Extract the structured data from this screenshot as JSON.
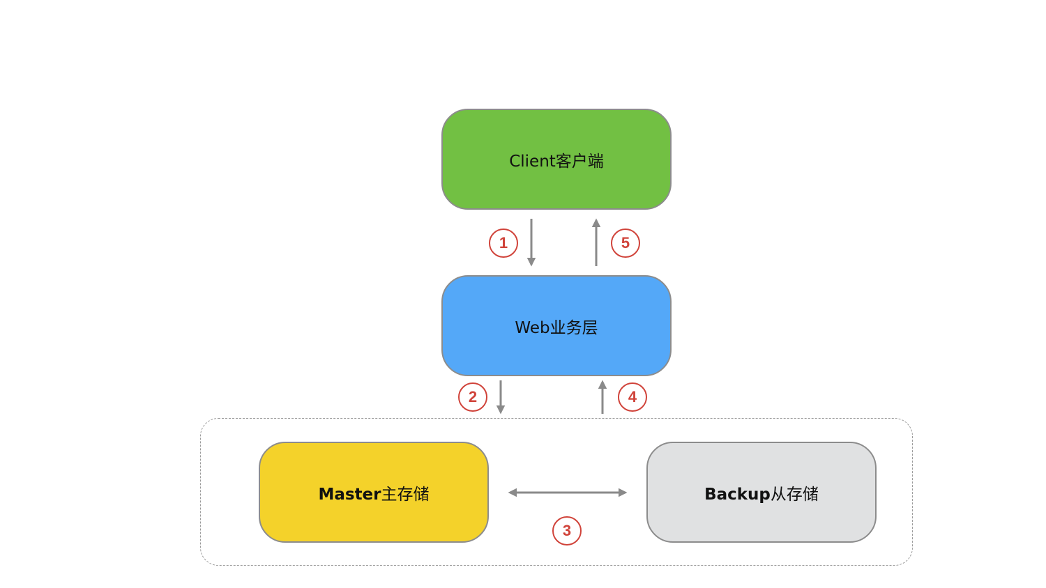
{
  "nodes": {
    "client": {
      "label": "Client客户端",
      "color": "#72c043"
    },
    "web": {
      "label": "Web业务层",
      "color": "#54a8f8"
    },
    "master": {
      "label_bold": "Master",
      "label_rest": "主存储",
      "color": "#f4d22a"
    },
    "backup": {
      "label_bold": "Backup",
      "label_rest": "从存储",
      "color": "#e0e1e2"
    }
  },
  "steps": [
    "1",
    "2",
    "3",
    "4",
    "5"
  ],
  "colors": {
    "arrow": "#8a8a8a",
    "step_marker": "#d0433a"
  }
}
